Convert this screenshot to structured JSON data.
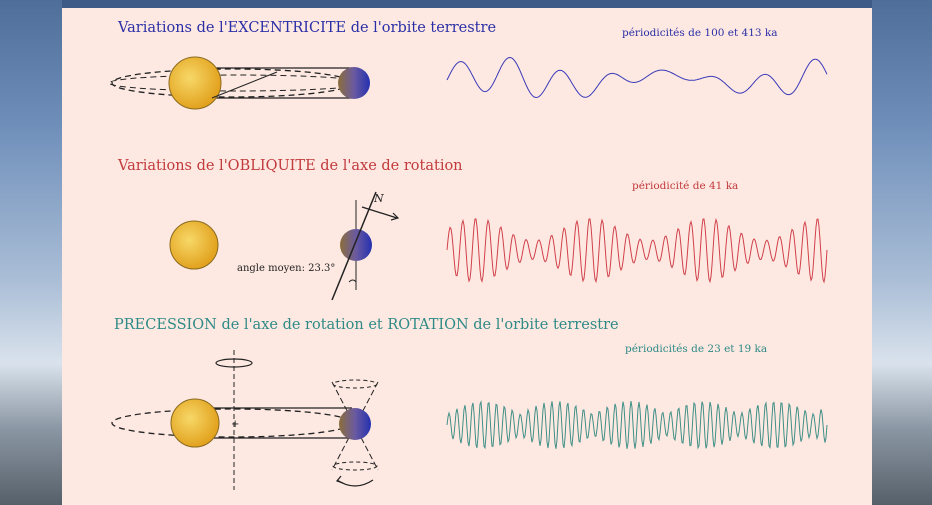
{
  "sections": {
    "excentricity": {
      "title": "Variations de l'EXCENTRICITE de l'orbite terrestre",
      "periodicity": "périodicités de 100 et 413 ka",
      "color": "#2b2fa6"
    },
    "obliquity": {
      "title": "Variations de l'OBLIQUITE de l'axe de rotation",
      "periodicity": "périodicité de 41 ka",
      "angle_label": "angle moyen: 23.3°",
      "axis_label": "N",
      "color": "#c23a3c"
    },
    "precession": {
      "title": "PRECESSION de l'axe de rotation et ROTATION de l'orbite terrestre",
      "periodicity": "périodicités de 23 et 19 ka",
      "color": "#2f8a86"
    }
  },
  "colors": {
    "sun": "#f2c040",
    "earth": "#2c3aa8",
    "panel": "#fde9e2"
  }
}
